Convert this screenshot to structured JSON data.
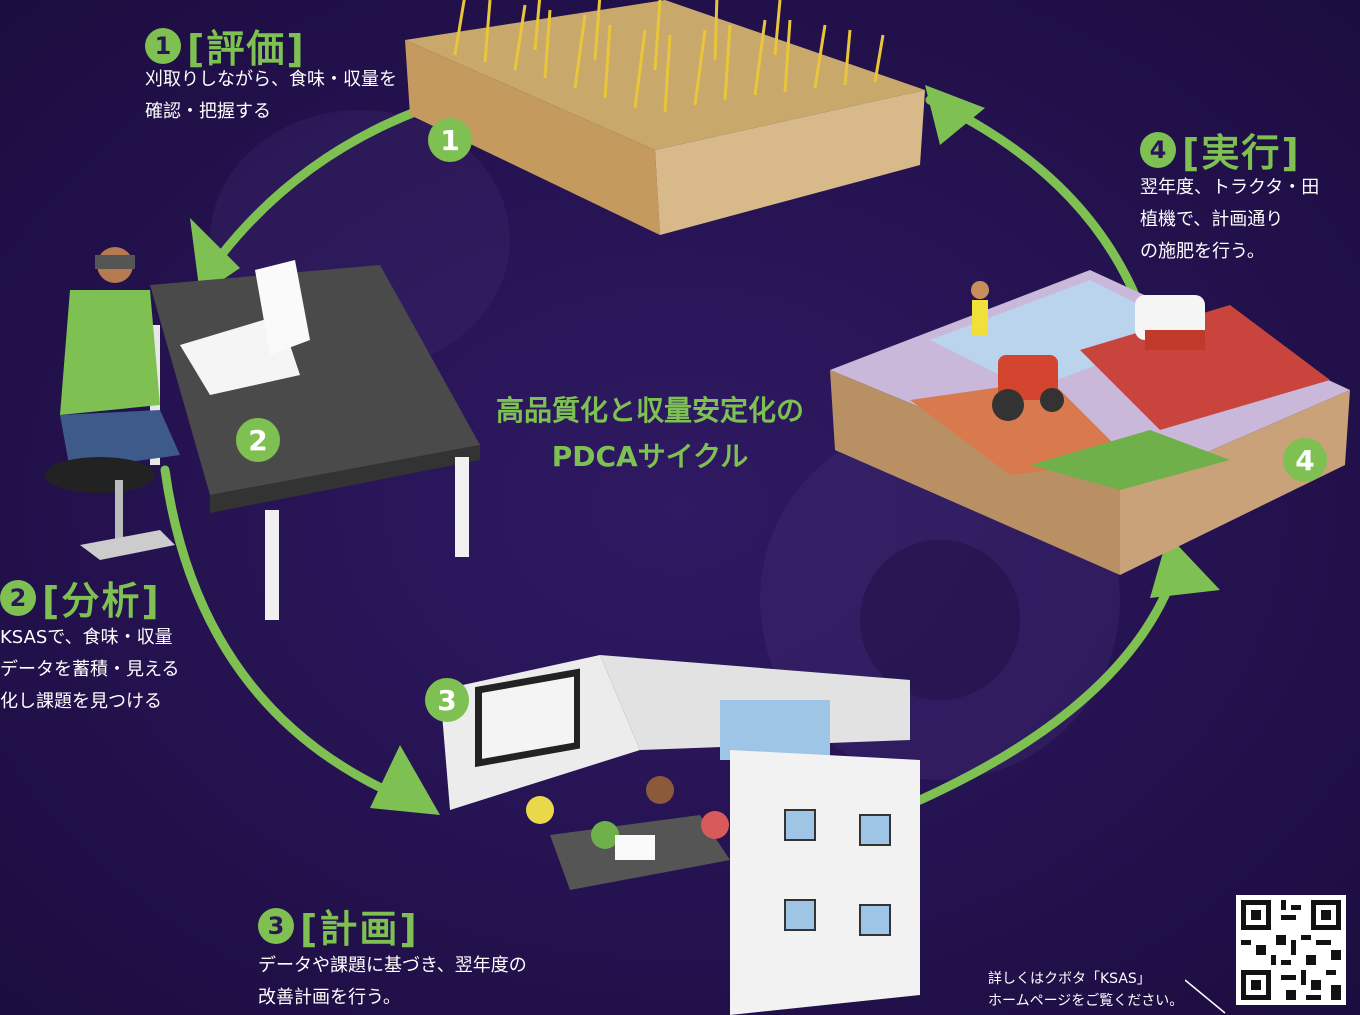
{
  "center_title": {
    "line1": "高品質化と収量安定化の",
    "line2": "PDCAサイクル"
  },
  "steps": [
    {
      "num": "1",
      "title": "[評価]",
      "desc": [
        "刈取りしながら、食味・収量を",
        "確認・把握する"
      ]
    },
    {
      "num": "2",
      "title": "[分析]",
      "desc": [
        "KSASで、食味・収量",
        "データを蓄積・見える",
        "化し課題を見つける"
      ]
    },
    {
      "num": "3",
      "title": "[計画]",
      "desc": [
        "データや課題に基づき、翌年度の",
        "改善計画を行う。"
      ]
    },
    {
      "num": "4",
      "title": "[実行]",
      "desc": [
        "翌年度、トラクタ・田",
        "植機で、計画通り",
        "の施肥を行う。"
      ]
    }
  ],
  "badges": [
    "1",
    "2",
    "3",
    "4"
  ],
  "footer_note": [
    "詳しくはクボタ「KSAS」",
    "ホームページをご覧ください。"
  ],
  "icons": {
    "rice-field-diorama": "rice-field-model",
    "desk-diorama": "analysis-desk-model",
    "meeting-room-diorama": "planning-room-model",
    "farm-diorama": "tractor-field-model",
    "qr": "qr-code-icon"
  },
  "colors": {
    "accent_green": "#7ec152",
    "background": "#251250"
  }
}
